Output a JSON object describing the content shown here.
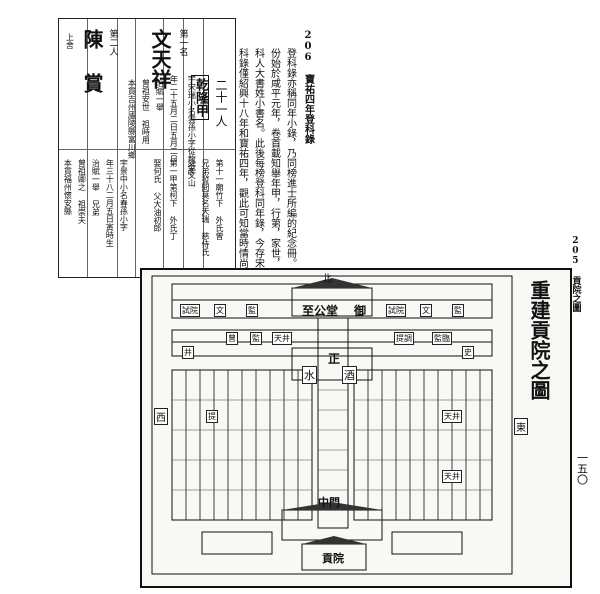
{
  "register": {
    "block_title": "乾隆甲",
    "block_count": "二十一人",
    "rank1_label": "第一名",
    "rank1_name": "文天祥",
    "rank2_label": "第二人",
    "rank2_name": "陳 賞",
    "rank2_sub": "上舍",
    "col_a": "宇宋瑞小名雲孫小字從龍號文山",
    "col_b": "年二十五月二日五月二日",
    "col_c": "治賦一舉",
    "col_d": "曾祖安世 祖時用",
    "col_e": "本貫吉州廬陵縣富川鄉",
    "col_f": "宇景中小名春孫小字",
    "col_g": "年三十八二月五日寅時生",
    "col_h": "治賦一舉 兄弟",
    "col_i": "曾祖卿之 祖崇夫",
    "col_j": "本貫福州懷安縣",
    "col_k": "第十一廟竹下 外氏曾",
    "col_l": "兄弟發問莫名天瑞 慈侍氏",
    "col_m": "父彥",
    "col_n": "第一甲第柯下 外氏丁",
    "col_o": "娶何氏 父大油初郎"
  },
  "note206": {
    "heading": "206 寶祐四年登科錄",
    "line1": "登科錄亦稱同年小錄，乃同榜進士所編的紀念冊。此",
    "line2": "份始於咸平元年，卷首載知舉年甲，行第，家世，私忌，登",
    "line3": "科人大書姓小書名。此後每榜登科同年錄，今存宋代登",
    "line4": "科錄僅紹興十八年和寶祐四年，觀此可知當時情尚。"
  },
  "side_note": "205 貢院之圖",
  "page_number": "一五〇",
  "map": {
    "title": "重建貢院之圖",
    "north": "北",
    "east": "東",
    "west": "西",
    "gate_bottom": "貢院",
    "hall_main": "至公堂",
    "hall_top": "御",
    "center_water": "水",
    "lane_center": "正",
    "lane_sub": "酒",
    "middle_gate": "中門",
    "top_left_a": "試院",
    "top_left_b": "文",
    "top_left_c": "監",
    "top_right_a": "試院",
    "top_right_b": "文",
    "top_right_c": "監",
    "right_office_a": "提調",
    "right_office_b": "監臨",
    "left_office_a": "曾",
    "left_office_b": "監",
    "left_office_c": "天井",
    "right_wells": "天井",
    "right_small": "史",
    "left_small": "井",
    "left_court": "提",
    "right_court": "天井"
  },
  "colors": {
    "ink": "#111111",
    "paper": "#ffffff",
    "map_bg": "#f8f8f5"
  }
}
